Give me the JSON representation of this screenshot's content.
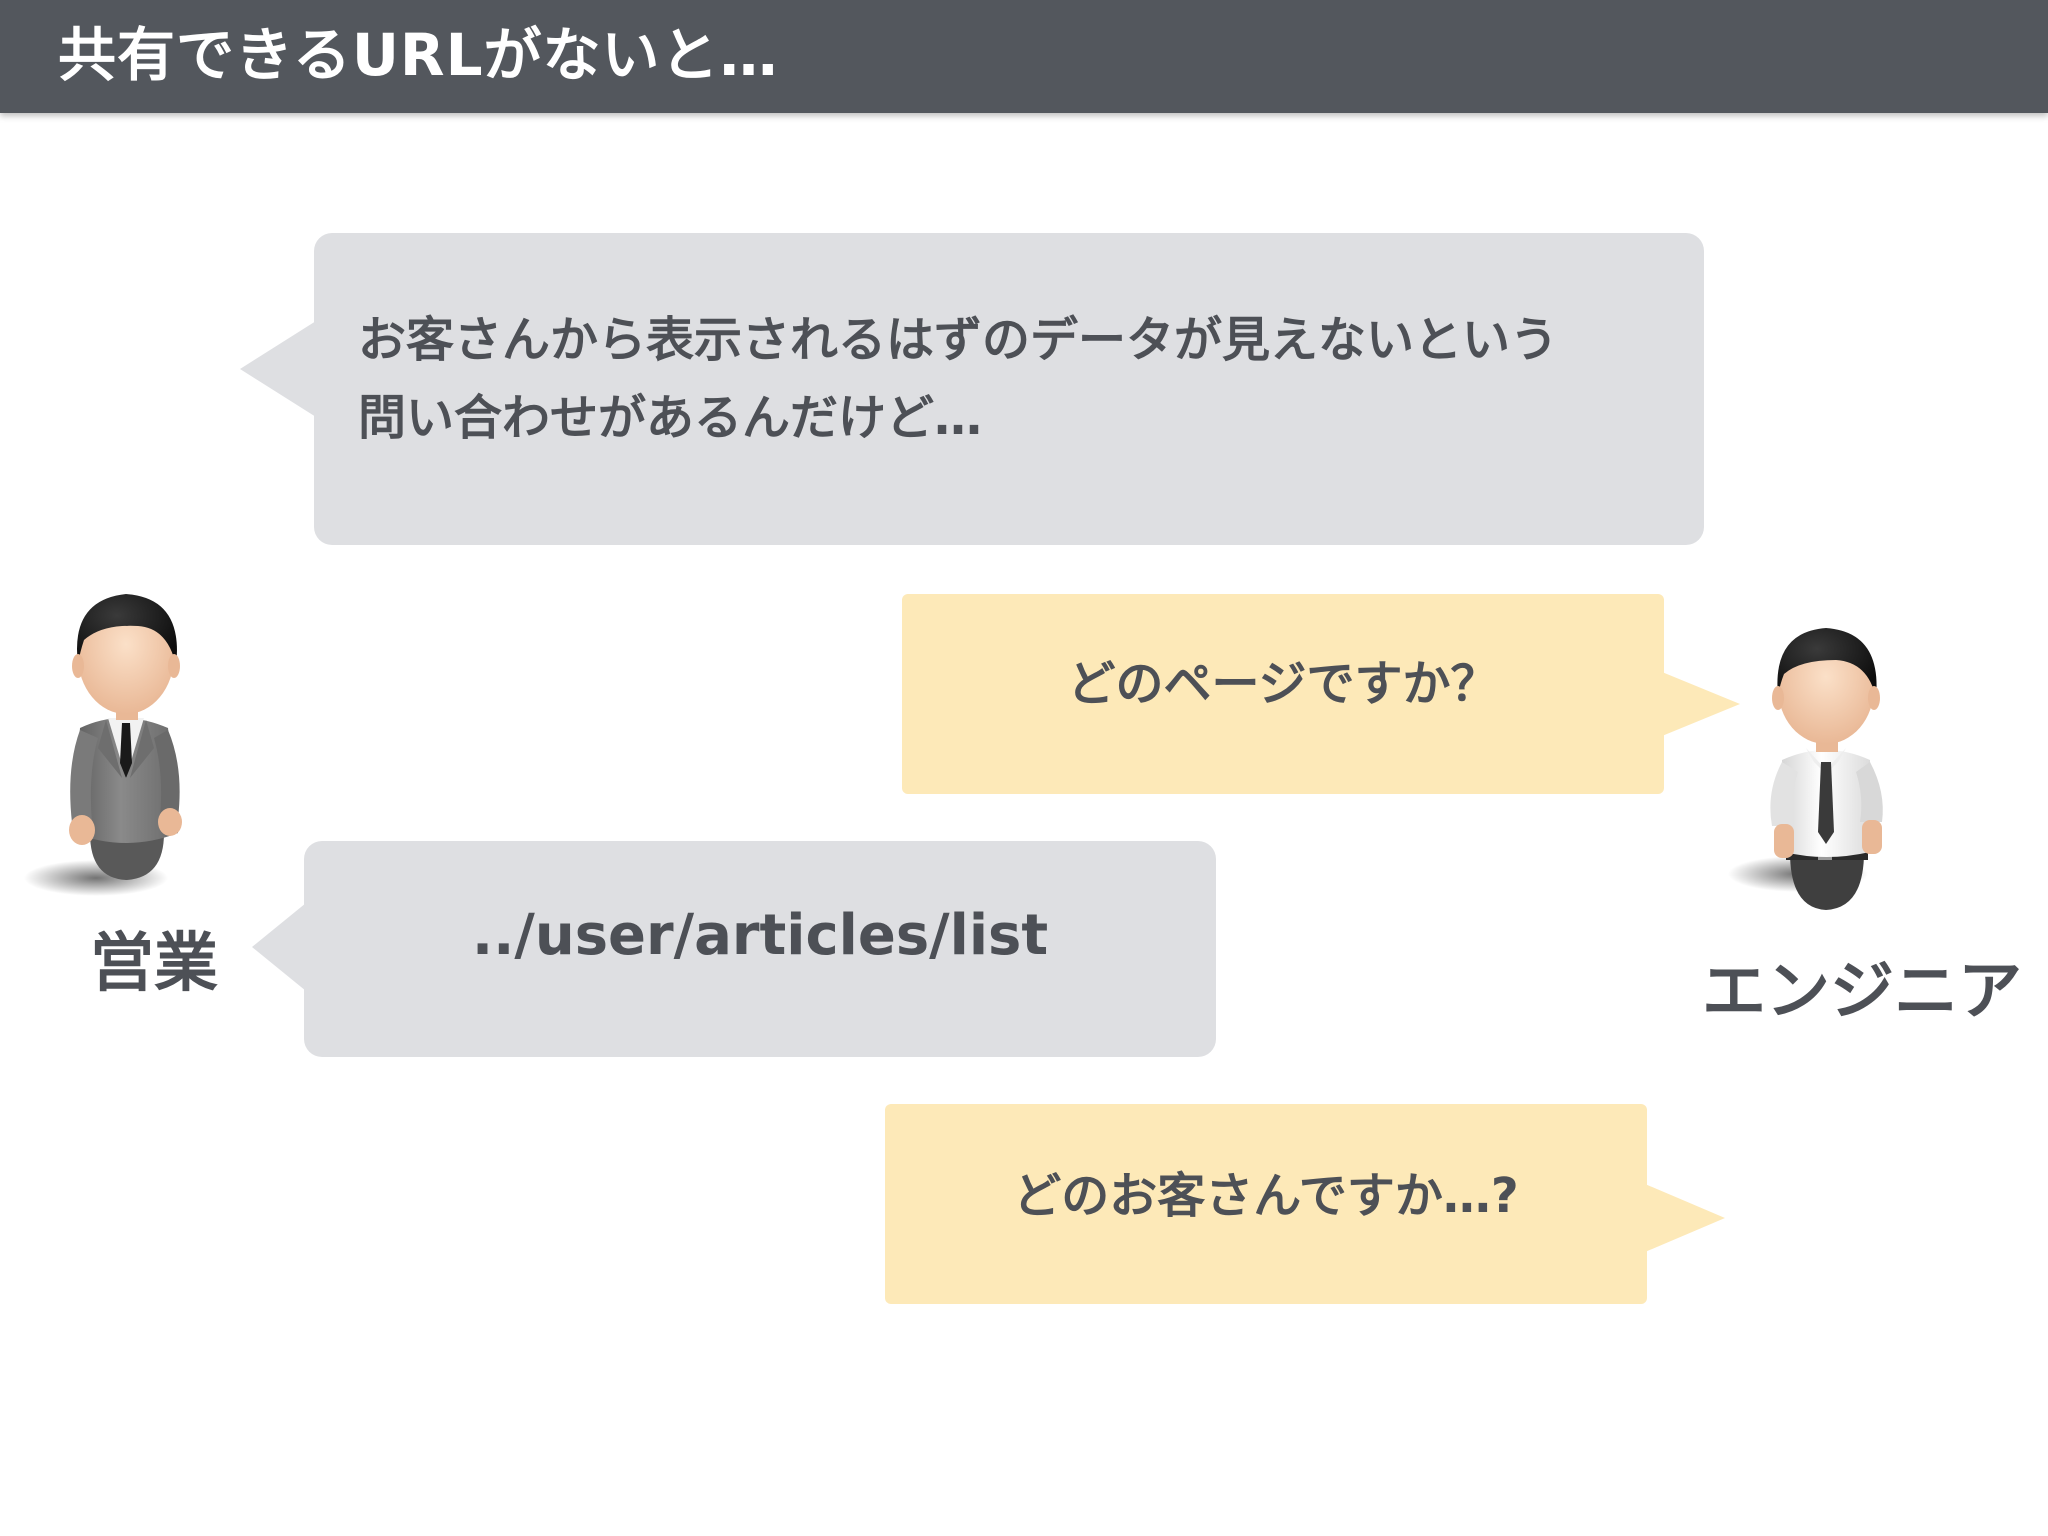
{
  "title": "共有できるURLがないと…",
  "bubbles": {
    "sales_1_line1": "お客さんから表示されるはずのデータが見えないという",
    "sales_1_line2": "問い合わせがあるんだけど…",
    "engineer_1": "どのページですか？",
    "sales_2": "../user/articles/list",
    "engineer_2": "どのお客さんですか…?"
  },
  "people": {
    "sales_label": "営業",
    "engineer_label": "エンジニア"
  },
  "colors": {
    "title_bar": "#53575d",
    "gray_bubble": "#dedfe2",
    "yellow_bubble": "#fde9b8",
    "text": "#4d5056"
  }
}
